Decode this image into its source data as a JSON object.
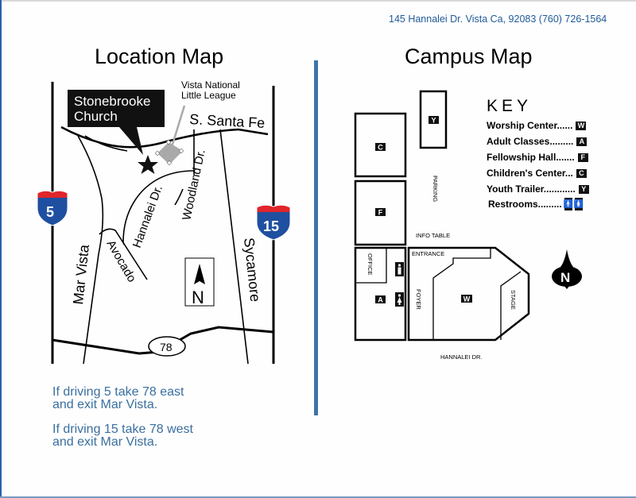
{
  "header": {
    "address": "145 Hannalei Dr. Vista Ca, 92083 (760) 726-1564"
  },
  "location_map": {
    "title": "Location Map",
    "church_label_line1": "Stonebrooke",
    "church_label_line2": "Church",
    "league_label_line1": "Vista National",
    "league_label_line2": "Little League",
    "streets": {
      "santa_fe": "S. Santa Fe",
      "woodland": "Woodland Dr.",
      "hannalei": "Hannalei Dr.",
      "avocado": "Avocado",
      "mar_vista": "Mar Vista",
      "sycamore": "Sycamore"
    },
    "shields": {
      "i5": "5",
      "i15": "15",
      "route78": "78"
    },
    "north_label": "N",
    "colors": {
      "shield_blue": "#1f4fa0",
      "shield_red": "#e0252b",
      "field_gray": "#a9a9a9"
    }
  },
  "directions": [
    {
      "line1": "If driving 5 take 78 east",
      "line2": "and exit Mar Vista."
    },
    {
      "line1": "If driving 15 take 78 west",
      "line2": "and exit Mar Vista."
    }
  ],
  "campus_map": {
    "title": "Campus Map",
    "labels": {
      "parking": "PARKING",
      "info_table": "INFO TABLE",
      "entrance": "ENTRANCE",
      "office": "OFFICE",
      "foyer": "FOYER",
      "stage": "STAGE",
      "street": "HANNALEI DR."
    },
    "building_codes": {
      "youth": "Y",
      "children": "C",
      "fellowship": "F",
      "adult": "A",
      "worship": "W"
    },
    "north_label": "N",
    "key": {
      "title": "KEY",
      "items": [
        {
          "label": "Worship Center......",
          "code": "W"
        },
        {
          "label": "Adult Classes.........",
          "code": "A"
        },
        {
          "label": "Fellowship Hall.......",
          "code": "F"
        },
        {
          "label": "Children's Center...",
          "code": "C"
        },
        {
          "label": "Youth Trailer............",
          "code": "Y"
        },
        {
          "label": "Restrooms.........",
          "code": "restroom-icons"
        }
      ]
    }
  },
  "colors": {
    "accent_blue": "#3f74a7",
    "address_blue": "#1f5a99",
    "directions_blue": "#3a6f9f"
  }
}
